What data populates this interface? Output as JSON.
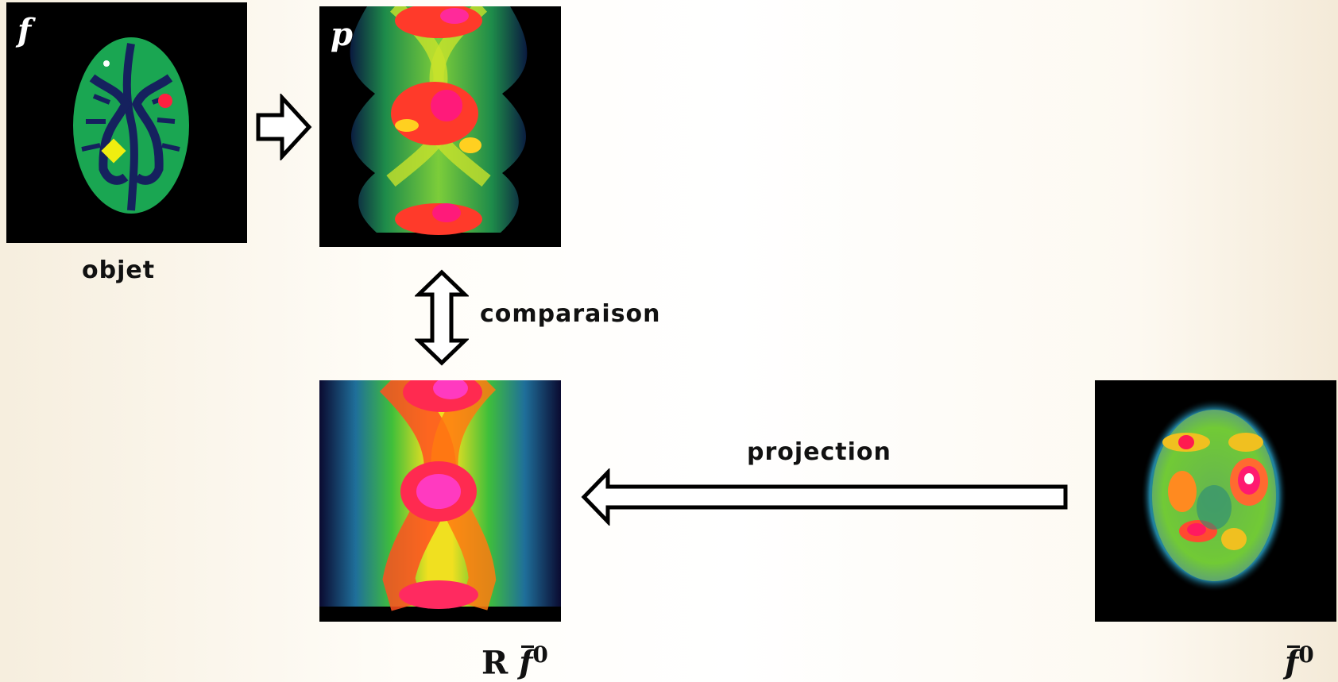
{
  "panels": {
    "object": {
      "label": "f",
      "caption": "objet"
    },
    "projection_measured": {
      "label": "p"
    },
    "projection_estimated": {
      "caption_prefix": "R",
      "caption_symbol": "f",
      "caption_sup": "0"
    },
    "estimate": {
      "caption_symbol": "f",
      "caption_sup": "0"
    }
  },
  "arrows": {
    "comparison_label": "comparaison",
    "projection_label": "projection"
  },
  "colors": {
    "arrow_stroke": "#000000",
    "arrow_fill": "#ffffff",
    "panel_background": "#000000"
  }
}
